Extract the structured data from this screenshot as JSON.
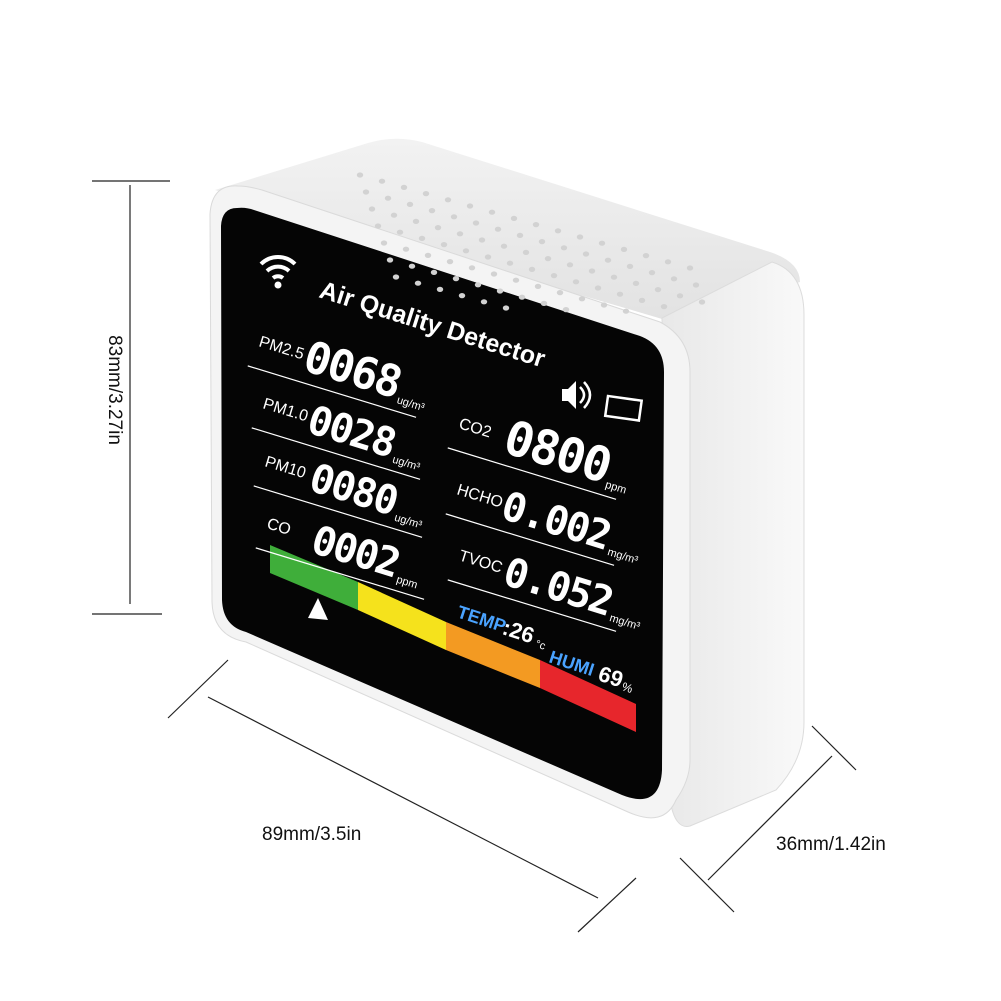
{
  "device": {
    "title": "Air Quality Detector",
    "left_readings": [
      {
        "label": "PM2.5",
        "value": "0068",
        "unit": "ug/m³"
      },
      {
        "label": "PM1.0",
        "value": "0028",
        "unit": "ug/m³"
      },
      {
        "label": "PM10",
        "value": "0080",
        "unit": "ug/m³"
      },
      {
        "label": "CO",
        "value": "0002",
        "unit": "ppm"
      }
    ],
    "right_readings": [
      {
        "label": "CO2",
        "value": "0800",
        "unit": "ppm"
      },
      {
        "label": "HCHO",
        "value": "0.002",
        "unit": "mg/m³"
      },
      {
        "label": "TVOC",
        "value": "0.052",
        "unit": "mg/m³"
      }
    ],
    "temp": {
      "label": "TEMP",
      "value": ":26",
      "unit": "°c"
    },
    "humi": {
      "label": "HUMI",
      "value": "69",
      "unit": "%"
    },
    "scale_colors": [
      "#3fae3a",
      "#f5e21c",
      "#f39a22",
      "#e7262c"
    ],
    "label_accent_color": "#4aa3ff",
    "icons": [
      "wifi-icon",
      "speaker-icon",
      "battery-icon",
      "level-indicator-triangle-icon"
    ]
  },
  "dimensions": {
    "height": "83mm/3.27in",
    "width": "89mm/3.5in",
    "depth": "36mm/1.42in"
  }
}
